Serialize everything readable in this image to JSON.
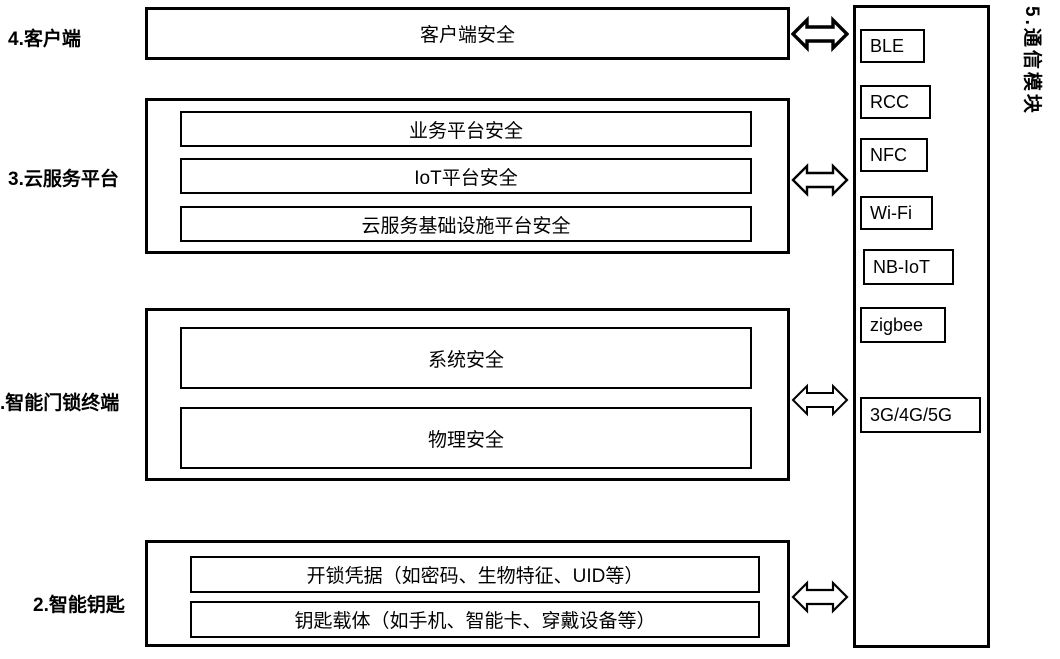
{
  "diagram": {
    "vertical_title": "5.通信模块",
    "layers": [
      {
        "id": "client",
        "label": "4.客户端",
        "boxes": [
          "客户端安全"
        ]
      },
      {
        "id": "cloud",
        "label": "3.云服务平台",
        "boxes": [
          "业务平台安全",
          "IoT平台安全",
          "云服务基础设施平台安全"
        ]
      },
      {
        "id": "terminal",
        "label": ".智能门锁终端",
        "boxes": [
          "系统安全",
          "物理安全"
        ]
      },
      {
        "id": "key",
        "label": "2.智能钥匙",
        "boxes": [
          "开锁凭据（如密码、生物特征、UID等）",
          "钥匙载体（如手机、智能卡、穿戴设备等）"
        ]
      }
    ],
    "comm_modules": [
      "BLE",
      "RCC",
      "NFC",
      "Wi-Fi",
      "NB-IoT",
      "zigbee",
      "3G/4G/5G"
    ],
    "colors": {
      "line": "#000000",
      "background": "#ffffff"
    }
  }
}
